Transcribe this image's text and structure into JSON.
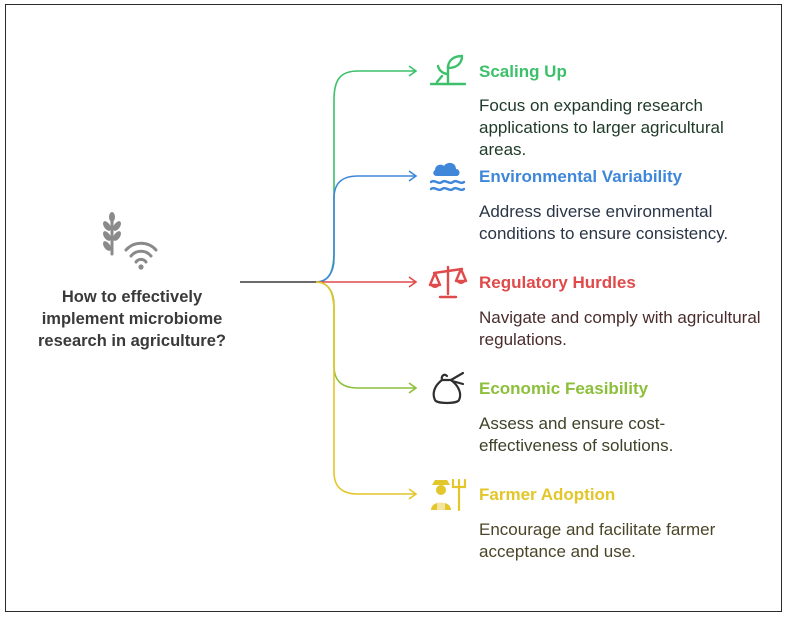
{
  "root": {
    "label": "How to effectively implement microbiome research in agriculture?"
  },
  "branches": [
    {
      "title": "Scaling Up",
      "description": "Focus on expanding research applications to larger agricultural areas.",
      "color": "#3cc06a",
      "desc_color": "#1f3a28",
      "icon": "sprout-icon"
    },
    {
      "title": "Environmental Variability",
      "description": "Address diverse environmental conditions to ensure consistency.",
      "color": "#3f87d9",
      "desc_color": "#2a3646",
      "icon": "weather-cloud-waves-icon"
    },
    {
      "title": "Regulatory Hurdles",
      "description": "Navigate and comply with agricultural regulations.",
      "color": "#e04a4a",
      "desc_color": "#4a2c2c",
      "icon": "balance-scale-icon"
    },
    {
      "title": "Economic Feasibility",
      "description": "Assess and ensure cost-effectiveness of solutions.",
      "color": "#8cbf3a",
      "desc_color": "#3d4228",
      "icon": "money-bag-icon"
    },
    {
      "title": "Farmer Adoption",
      "description": "Encourage and facilitate farmer acceptance and use.",
      "color": "#e2c62a",
      "desc_color": "#4a4528",
      "icon": "farmer-pitchfork-icon"
    }
  ]
}
